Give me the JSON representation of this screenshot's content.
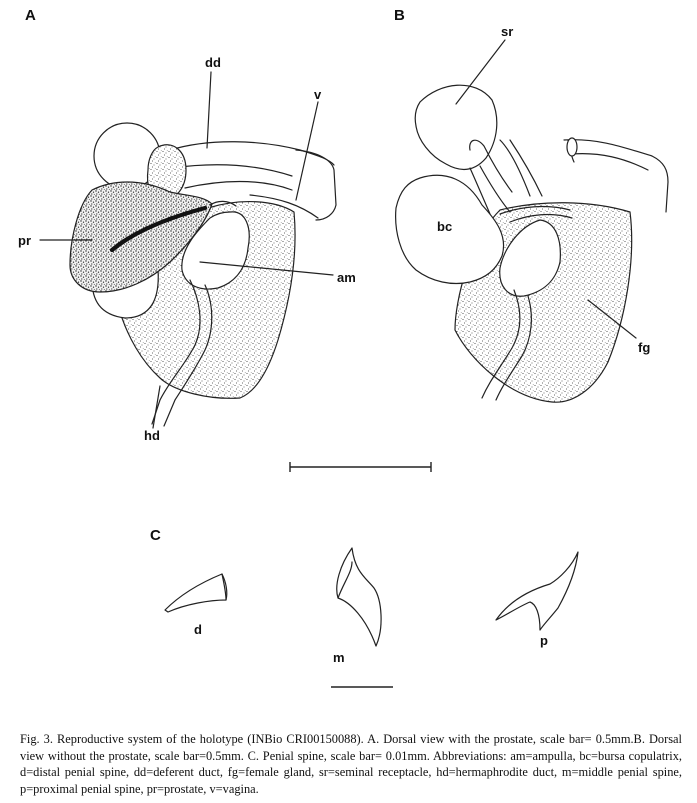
{
  "panels": {
    "a": "A",
    "b": "B",
    "c": "C"
  },
  "labels": {
    "dd": "dd",
    "v": "v",
    "pr": "pr",
    "am": "am",
    "hd": "hd",
    "sr": "sr",
    "bc": "bc",
    "fg": "fg",
    "d": "d",
    "m": "m",
    "p": "p"
  },
  "caption": "Fig. 3. Reproductive system of the holotype (INBio CRI00150088). A. Dorsal view with the prostate, scale bar= 0.5mm.B. Dorsal view without the prostate, scale bar=0.5mm. C. Penial spine, scale bar= 0.01mm. Abbreviations: am=ampulla, bc=bursa copulatrix, d=distal penial spine, dd=deferent duct, fg=female gland, sr=seminal receptacle, hd=hermaphrodite duct, m=middle penial spine, p=proximal penial spine, pr=prostate, v=vagina."
}
